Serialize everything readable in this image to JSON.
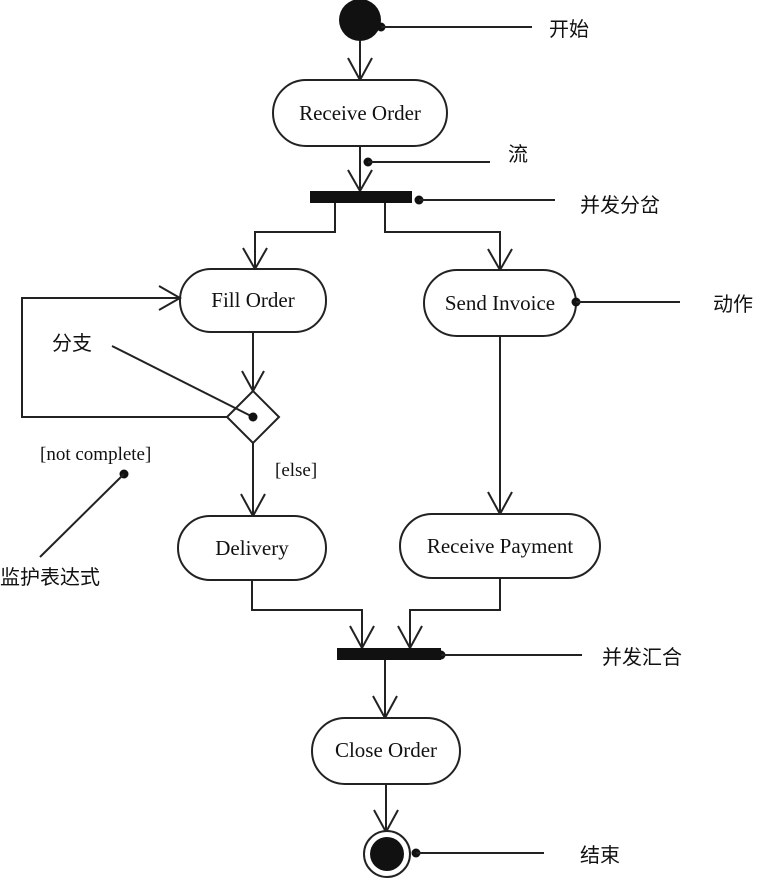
{
  "nodes": {
    "receive_order": "Receive Order",
    "fill_order": "Fill Order",
    "send_invoice": "Send Invoice",
    "delivery": "Delivery",
    "receive_payment": "Receive Payment",
    "close_order": "Close Order"
  },
  "guards": {
    "not_complete": "[not complete]",
    "else": "[else]"
  },
  "callouts": {
    "start": "开始",
    "flow": "流",
    "fork": "并发分岔",
    "action": "动作",
    "branch": "分支",
    "guard_expression": "监护表达式",
    "join": "并发汇合",
    "end": "结束"
  }
}
